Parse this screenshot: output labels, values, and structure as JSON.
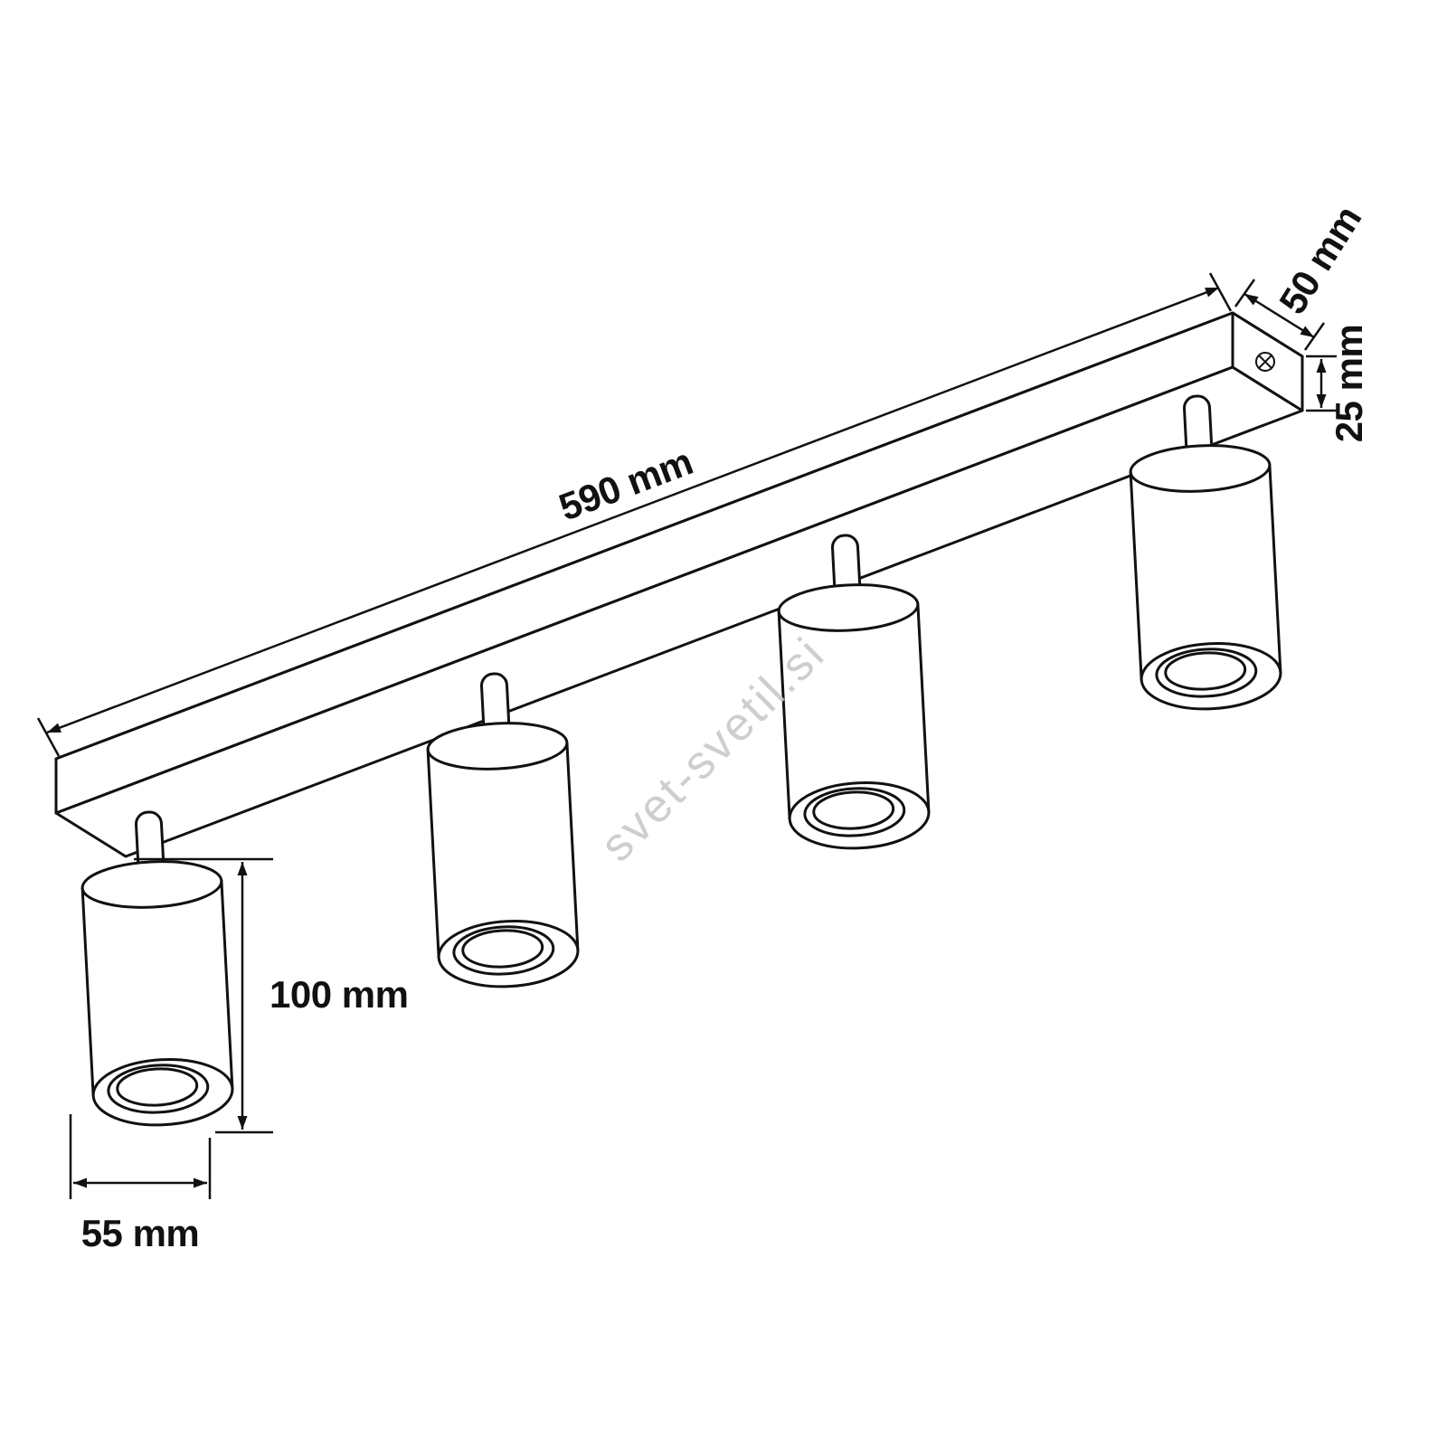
{
  "watermark": "svet-svetil.si",
  "dimensions": {
    "bar_length": "590 mm",
    "bar_depth": "50 mm",
    "bar_height": "25 mm",
    "spot_height": "100 mm",
    "spot_diameter": "55 mm"
  },
  "colors": {
    "line": "#111111",
    "watermark": "#c6c6c6",
    "background": "#ffffff"
  }
}
